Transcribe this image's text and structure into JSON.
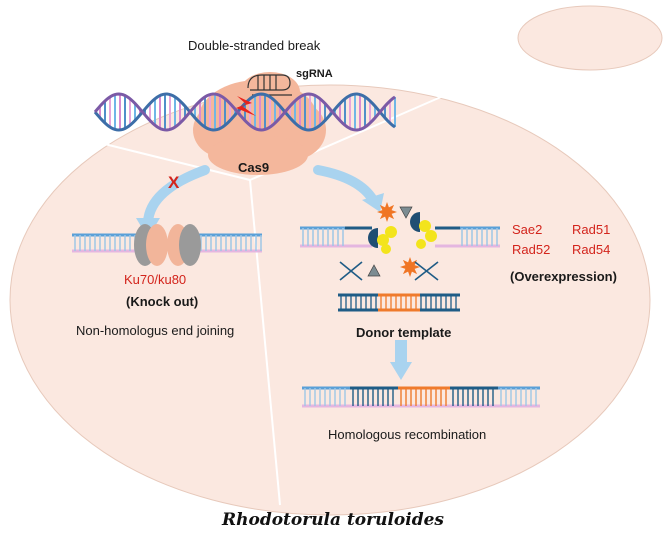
{
  "top": {
    "title": "Double-stranded break",
    "sgrna_label": "sgRNA",
    "cas9_label": "Cas9"
  },
  "nhej": {
    "target_label": "Ku70/ku80",
    "action_label": "(Knock out)",
    "pathway_label": "Non-homologus end joining",
    "block_mark": "X"
  },
  "hr": {
    "factors": [
      "Sae2",
      "Rad51",
      "Rad52",
      "Rad54"
    ],
    "action_label": "(Overexpression)",
    "donor_label": "Donor template",
    "pathway_label": "Homologous recombination"
  },
  "caption": "Rhodotorula toruloides",
  "colors": {
    "cell": "#fbe8e0",
    "cell_outline": "#e7c9bb",
    "cas9": "#f4b79c",
    "accent_red": "#d3241c",
    "strand_dark": "#1f5c86",
    "strand_light": "#5aa0d8",
    "strand_pink": "#e4b6e0",
    "donor_orange": "#ef7a2c",
    "ku": "#f2b59a",
    "ku_gray": "#9a9a9a",
    "star": "#f07524",
    "yellow": "#f3e41c"
  }
}
